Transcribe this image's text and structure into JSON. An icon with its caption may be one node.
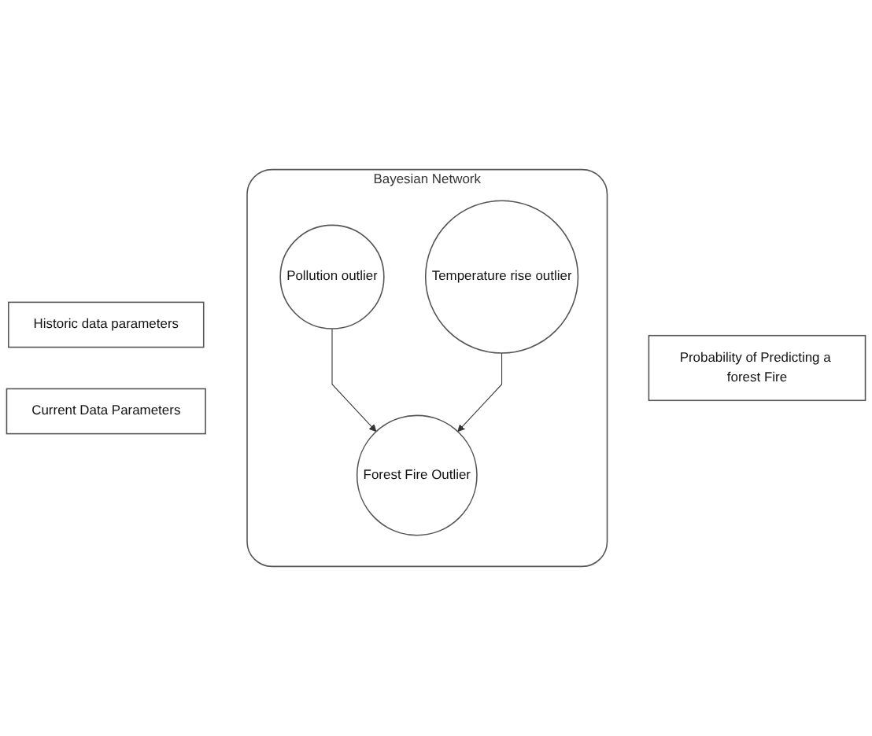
{
  "diagram": {
    "nodes": [
      {
        "text": [
          "Bayesian Network"
        ]
      },
      {
        "text": [
          "Pollution outlier"
        ],
        "in": 0
      },
      {
        "text": [
          "Temperature rise outlier"
        ],
        "in": 0
      },
      {
        "text": [
          "Forest Fire Outlier"
        ],
        "in": 0
      },
      {
        "text": [
          "Historic data parameters"
        ]
      },
      {
        "text": [
          "Current Data Parameters"
        ]
      },
      {
        "text": [
          "Probability of Predicting a forest Fire"
        ]
      }
    ],
    "edges": [
      {
        "from": 1,
        "to": 3,
        "arrow": "to"
      },
      {
        "from": 2,
        "to": 3,
        "arrow": "to"
      }
    ]
  }
}
